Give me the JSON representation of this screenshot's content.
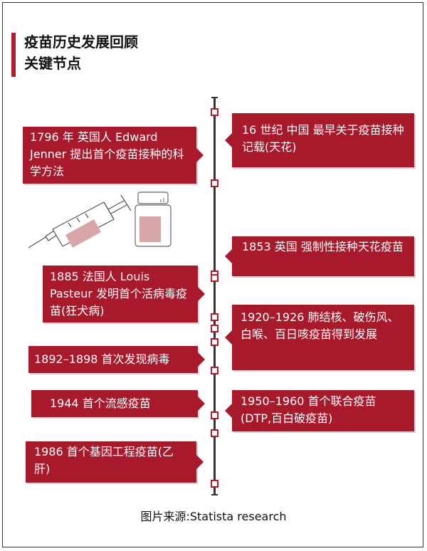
{
  "title": {
    "line1": "疫苗历史发展回顾",
    "line2": "关键节点"
  },
  "events_left": [
    {
      "id": "e1796",
      "text": "1796 年 英国人 Edward Jenner 提出首个疫苗接种的科学方法"
    },
    {
      "id": "e1885",
      "text": "1885 法国人 Louis Pasteur 发明首个活病毒疫苗(狂犬病)"
    },
    {
      "id": "e1892",
      "text": "1892–1898 首次发现病毒"
    },
    {
      "id": "e1944",
      "text": "1944 首个流感疫苗"
    },
    {
      "id": "e1986",
      "text": "1986 首个基因工程疫苗(乙肝)"
    }
  ],
  "events_right": [
    {
      "id": "e16c",
      "text": "16 世纪 中国 最早关于疫苗接种记载(天花)"
    },
    {
      "id": "e1853",
      "text": "1853 英国 强制性接种天花疫苗"
    },
    {
      "id": "e1920",
      "text": "1920–1926 肺结核、破伤风、白喉、百日咳疫苗得到发展"
    },
    {
      "id": "e1950",
      "text": "1950–1960 首个联合疫苗(DTP,百白破疫苗)"
    }
  ],
  "source": "图片来源:Statista research",
  "colors": {
    "accent": "#a8192c",
    "line": "#333333"
  },
  "icons": [
    "syringe-icon",
    "vaccine-vial-icon"
  ]
}
